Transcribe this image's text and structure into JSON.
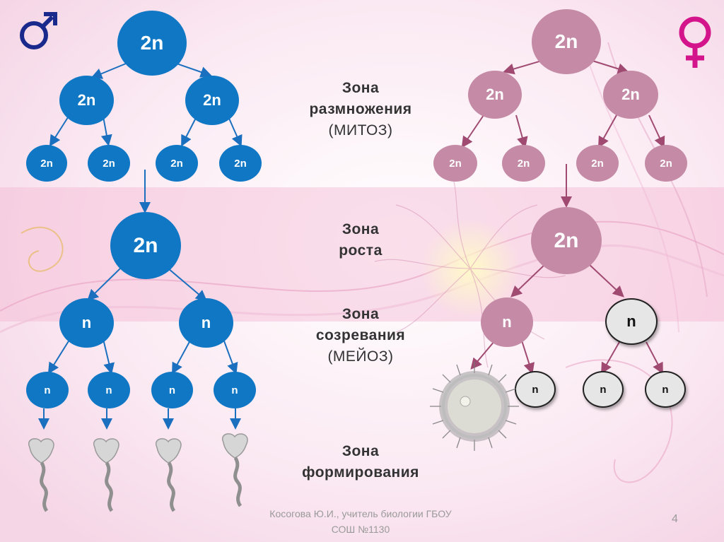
{
  "labels": {
    "2n": "2n",
    "n": "n"
  },
  "zones": {
    "reproduction": {
      "title_1": "Зона",
      "title_2": "размножения",
      "sub": "(МИТОЗ)"
    },
    "growth": {
      "title_1": "Зона",
      "title_2": "роста"
    },
    "maturation": {
      "title_1": "Зона",
      "title_2": "созревания",
      "sub": "(МЕЙОЗ)"
    },
    "formation": {
      "title_1": "Зона",
      "title_2": "формирования"
    }
  },
  "footer": {
    "author_line_1": "Косогова Ю.И., учитель биологии ГБОУ",
    "author_line_2": "СОШ №1130",
    "page_number": "4"
  },
  "colors": {
    "male": "#1077c5",
    "female": "#c48aa6",
    "polar_body": "#e6e6e6",
    "male_arrow": "#1b6fbf",
    "female_arrow": "#a04a72"
  },
  "icons": {
    "male_symbol": "mars-icon",
    "female_symbol": "venus-icon",
    "sperm": "sperm-icon",
    "egg": "egg-cell-icon"
  }
}
